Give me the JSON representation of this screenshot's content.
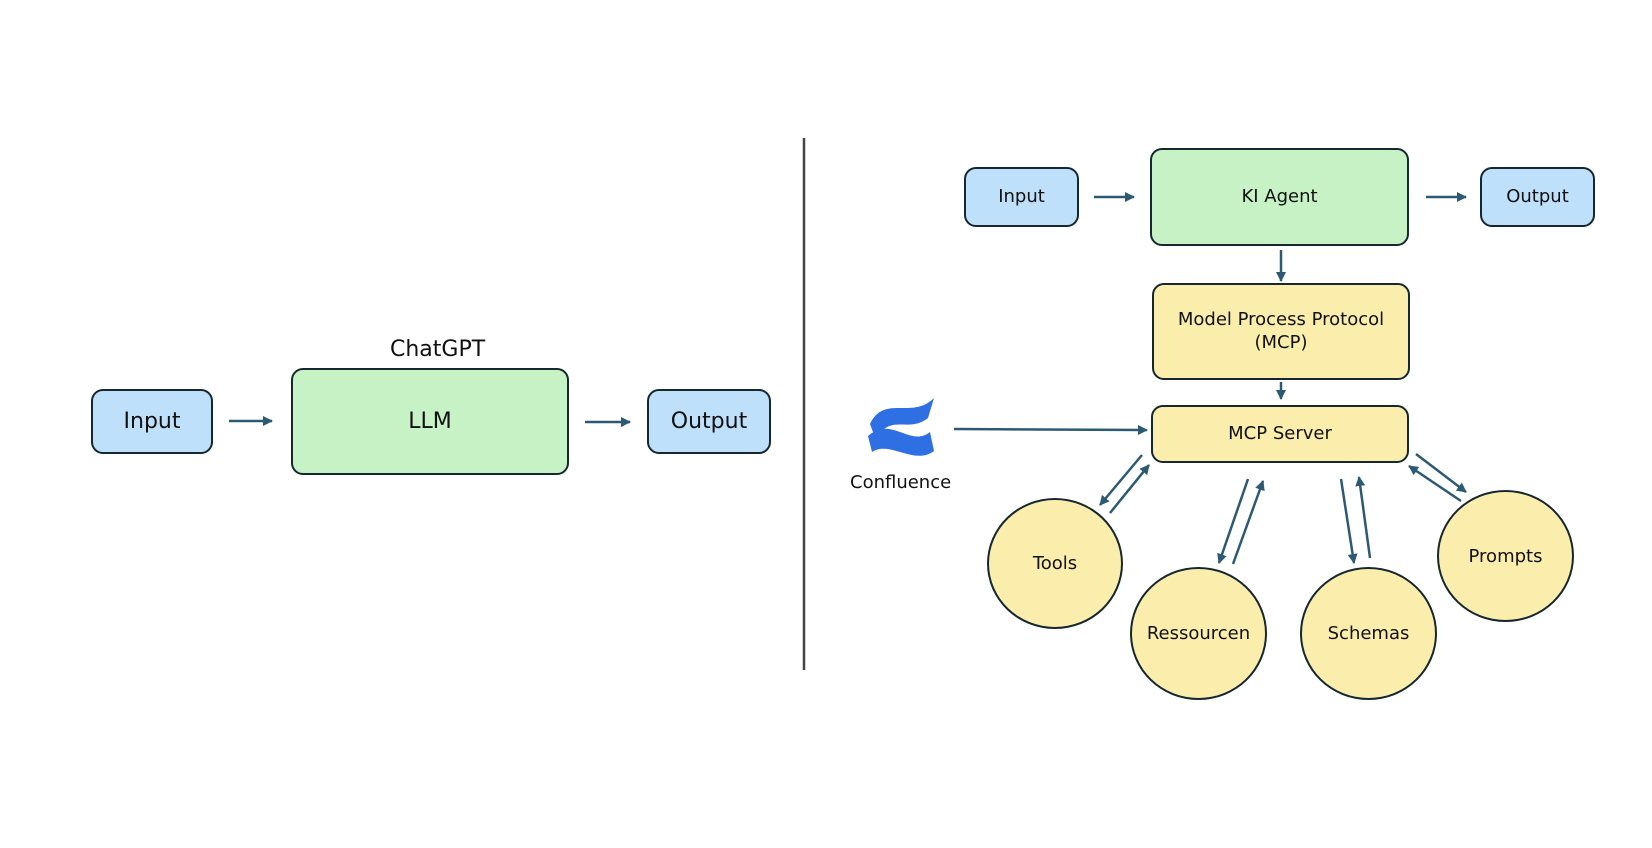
{
  "left": {
    "input": "Input",
    "llm_caption": "ChatGPT",
    "llm": "LLM",
    "output": "Output"
  },
  "right": {
    "input": "Input",
    "agent": "KI Agent",
    "output": "Output",
    "mcp_line1": "Model Process Protocol",
    "mcp_line2": "(MCP)",
    "server": "MCP Server",
    "confluence": "Confluence",
    "tools": "Tools",
    "ressourcen": "Ressourcen",
    "schemas": "Schemas",
    "prompts": "Prompts"
  },
  "colors": {
    "input_output": "#bfe0fb",
    "llm_agent": "#c6f2c6",
    "mcp": "#fbedab",
    "arrow": "#2d5a73",
    "confluence_logo": "#2f6fe4"
  }
}
